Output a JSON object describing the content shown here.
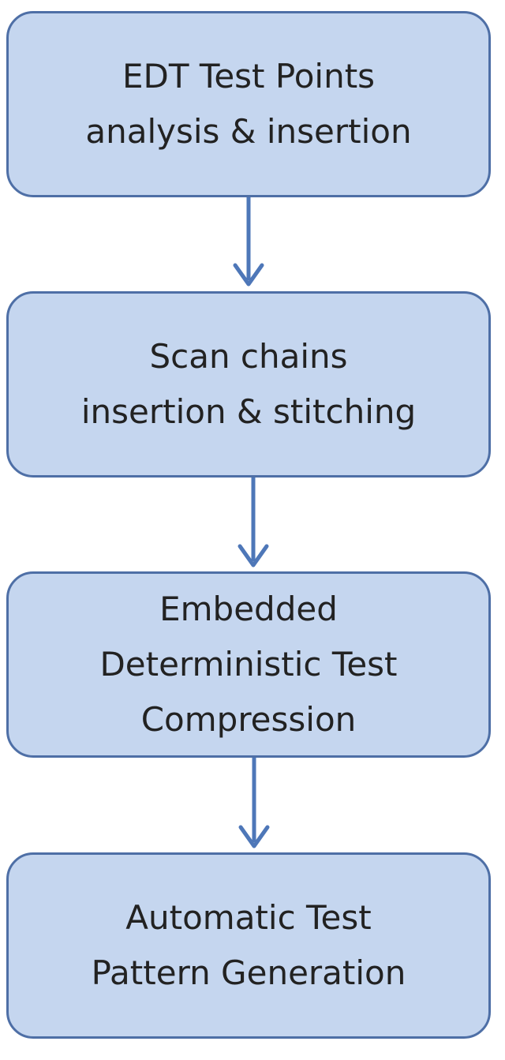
{
  "diagram": {
    "type": "flowchart",
    "steps": [
      {
        "id": "step-1",
        "label": "EDT Test Points\nanalysis & insertion"
      },
      {
        "id": "step-2",
        "label": "Scan chains\ninsertion & stitching"
      },
      {
        "id": "step-3",
        "label": "Embedded\nDeterministic Test\nCompression"
      },
      {
        "id": "step-4",
        "label": "Automatic Test\nPattern Generation"
      }
    ],
    "connections": [
      {
        "from": "step-1",
        "to": "step-2"
      },
      {
        "from": "step-2",
        "to": "step-3"
      },
      {
        "from": "step-3",
        "to": "step-4"
      }
    ],
    "colors": {
      "box_fill": "#c5d6ef",
      "box_border": "#4e6fa6",
      "arrow": "#4e77b8",
      "text": "#222222"
    }
  }
}
